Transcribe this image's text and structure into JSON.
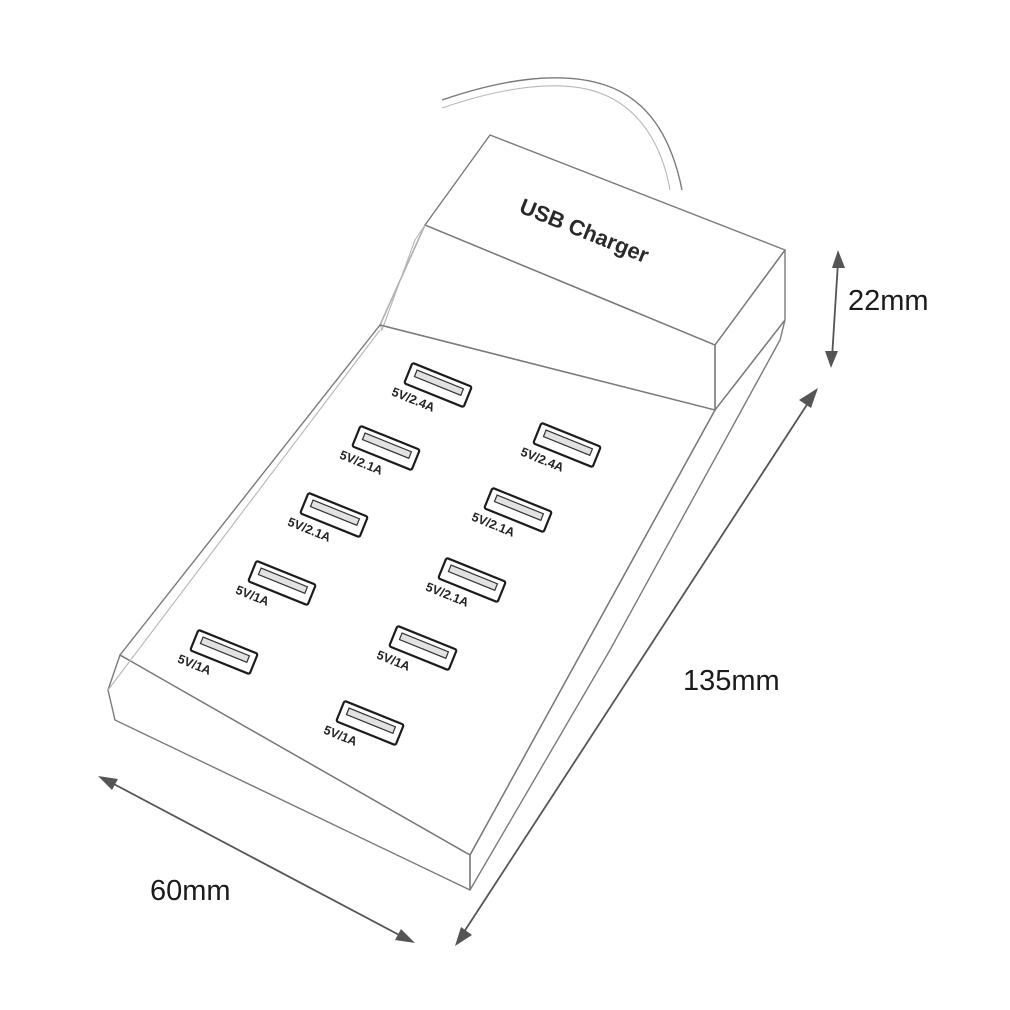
{
  "product": {
    "brand_label": "USB Charger"
  },
  "ports": [
    {
      "label": "5V/2.4A"
    },
    {
      "label": "5V/2.4A"
    },
    {
      "label": "5V/2.1A"
    },
    {
      "label": "5V/2.1A"
    },
    {
      "label": "5V/2.1A"
    },
    {
      "label": "5V/1A"
    },
    {
      "label": "5V/2.1A"
    },
    {
      "label": "5V/1A"
    },
    {
      "label": "5V/1A"
    },
    {
      "label": "5V/1A"
    }
  ],
  "dimensions": {
    "height": "22mm",
    "length": "135mm",
    "width": "60mm"
  },
  "colors": {
    "background": "#ffffff",
    "line_art": "#1c1c1c",
    "arrow": "#555555"
  }
}
